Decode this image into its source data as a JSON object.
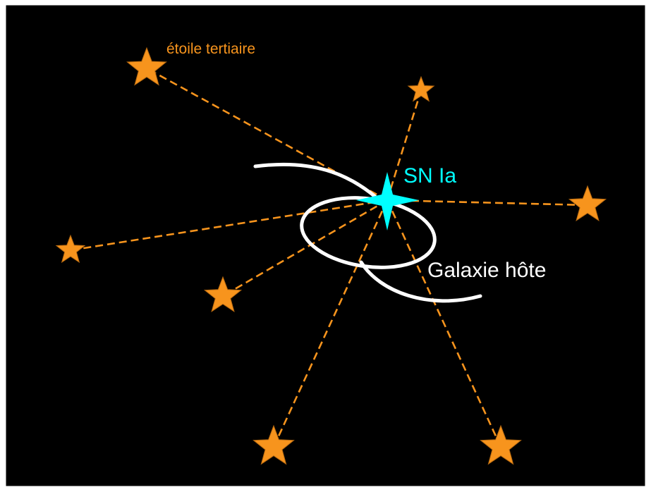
{
  "labels": {
    "supernova": "SN Ia",
    "host_galaxy": "Galaxie hôte",
    "tertiary_star": "étoile tertiaire"
  },
  "colors": {
    "background": "#000000",
    "frame": "#ffffff",
    "star": "#f7941d",
    "star_outline": "#b86a10",
    "connector": "#f7941d",
    "supernova": "#00ffff",
    "galaxy": "#ffffff"
  },
  "star_count": 7
}
